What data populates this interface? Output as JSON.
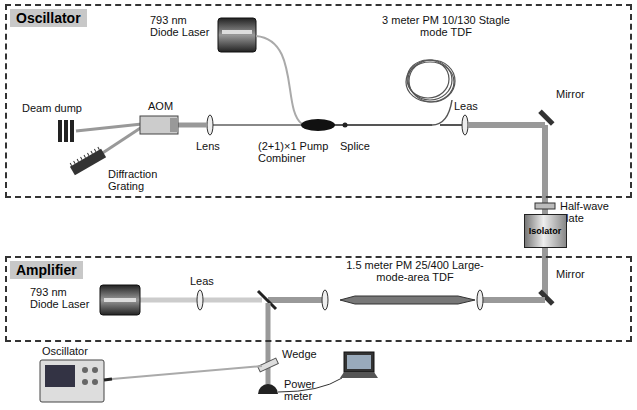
{
  "diagram": {
    "nodes": [
      {
        "text": [
          "Oscillator"
        ]
      },
      {
        "text": [
          "Isolator"
        ]
      },
      {
        "text": [
          "Amplifier"
        ]
      }
    ],
    "edges": [
      {
        "from": 0,
        "to": 1,
        "arrow": "none"
      },
      {
        "from": 1,
        "to": 2,
        "arrow": "none"
      }
    ],
    "labels": [
      "793 nm Diode Laser",
      "3 meter PM 10/130 Stagle mode TDF",
      "Deam dump",
      "AOM",
      "Lens",
      "(2+1)×1 Pump Combiner",
      "Splice",
      "Leas",
      "Mirror",
      "Diffraction Grating",
      "Half-wave plate",
      "793 nm Diode Laser",
      "Leas",
      "1.5 meter PM 25/400 Large-mode-area TDF",
      "Mirror",
      "Oscillator",
      "Wedge",
      "Power meter"
    ]
  }
}
